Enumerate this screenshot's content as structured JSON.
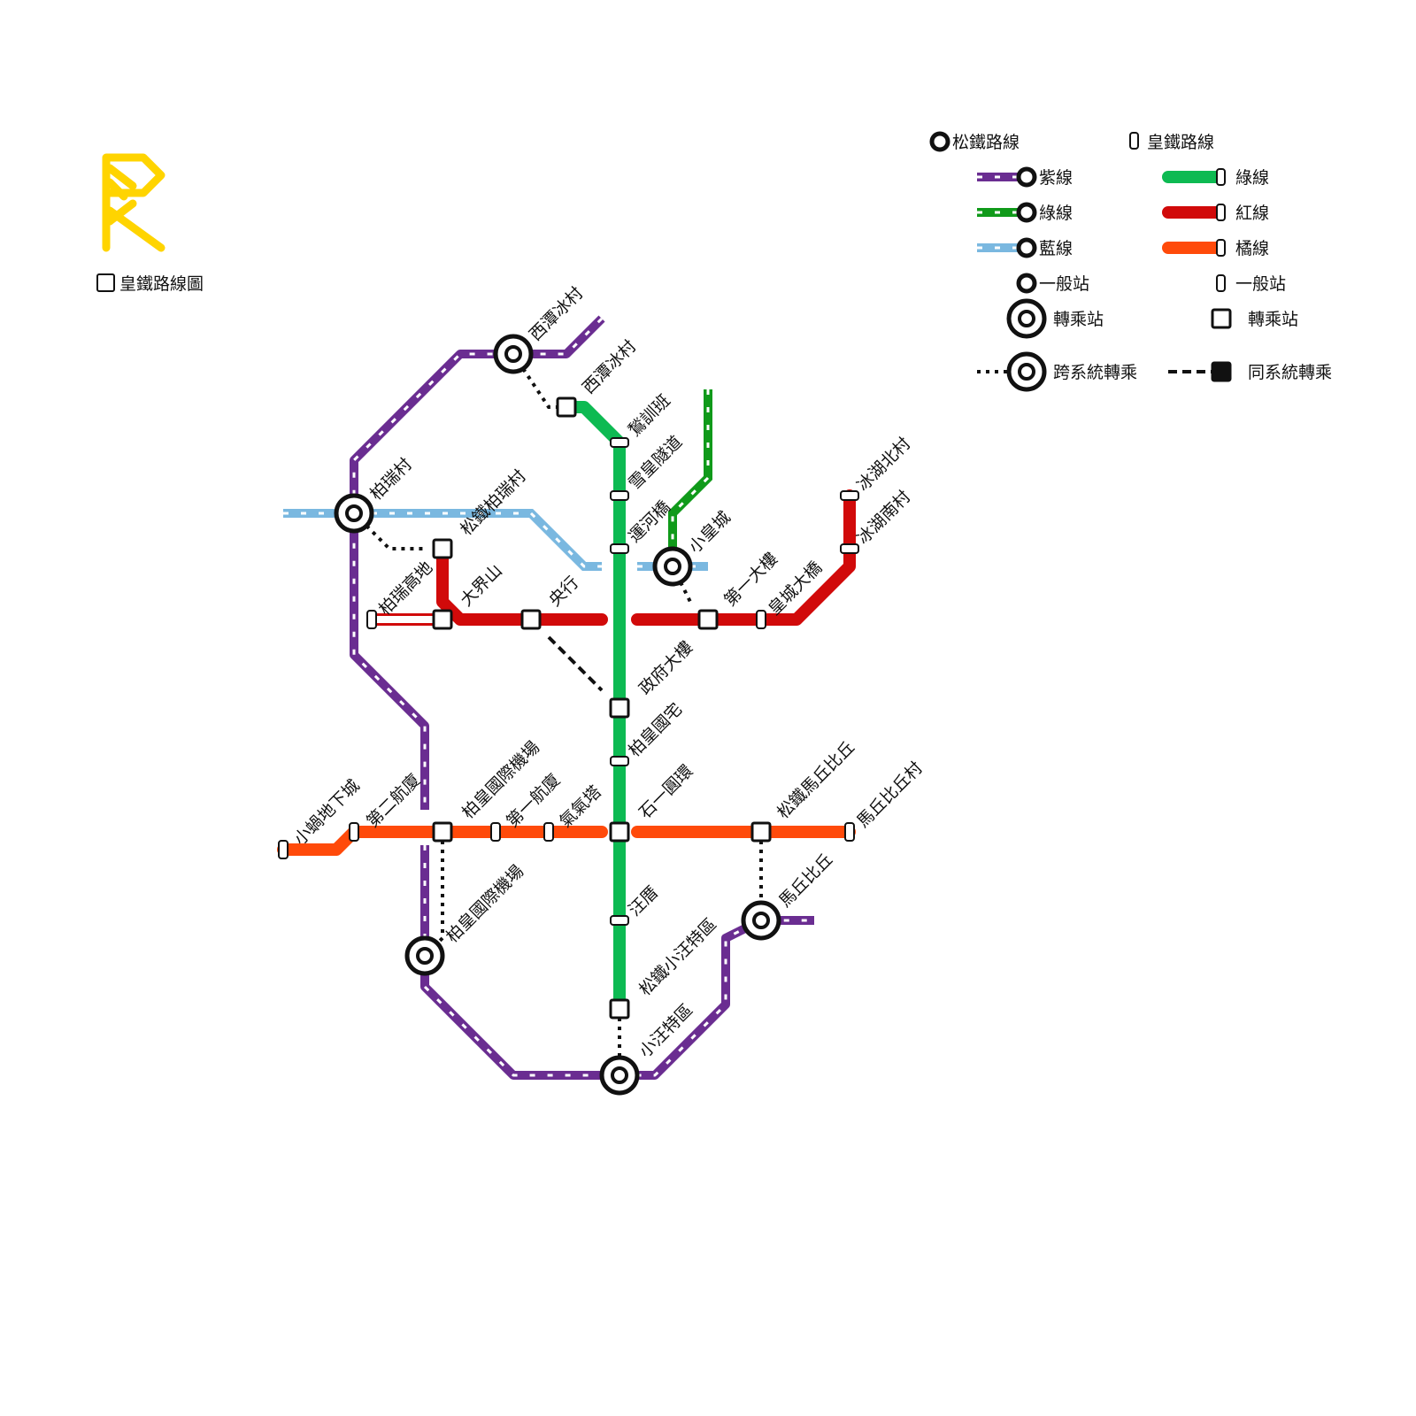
{
  "title": "皇鐵路線圖",
  "colors": {
    "purple": "#6a2d91",
    "dark_green": "#109a1a",
    "light_blue": "#7ab8e0",
    "green": "#0dba52",
    "red": "#d10a0a",
    "orange": "#ff4a0a",
    "logo_yellow": "#ffd400"
  },
  "legend": {
    "song_rail": {
      "title": "松鐵路線",
      "lines": [
        {
          "name": "紫線",
          "color": "#6a2d91"
        },
        {
          "name": "綠線",
          "color": "#109a1a"
        },
        {
          "name": "藍線",
          "color": "#7ab8e0"
        }
      ],
      "general_station": "一般站",
      "transfer_station": "轉乘站",
      "cross_system_transfer": "跨系統轉乘"
    },
    "imperial_rail": {
      "title": "皇鐵路線",
      "lines": [
        {
          "name": "綠線",
          "color": "#0dba52"
        },
        {
          "name": "紅線",
          "color": "#d10a0a"
        },
        {
          "name": "橘線",
          "color": "#ff4a0a"
        }
      ],
      "general_station": "一般站",
      "transfer_station": "轉乘站",
      "same_system_transfer": "同系統轉乘"
    }
  },
  "stations": {
    "song_xitan": "西潭冰村",
    "song_bairui": "柏瑞村",
    "song_baibai": "松鐵柏瑞村",
    "song_xiaohuang": "小皇城",
    "song_airport": "柏皇國際機場",
    "song_mqbq": "馬丘比丘",
    "song_xiaowang": "小汪特區",
    "xitan": "西潭冰村",
    "jiaxun": "鶖訓班",
    "xuehuang": "雪皇隧道",
    "yunhe": "運河橋",
    "zhengfu": "政府大樓",
    "baihuangguo": "柏皇國宅",
    "shiyi": "石一圓環",
    "wangcuo": "汪厝",
    "songxiaowang": "松鐵小汪特區",
    "bairuigaodi": "柏瑞高地",
    "dajieshan": "大界山",
    "yanghang": "央行",
    "diyi": "第一大樓",
    "huangcheng": "皇城大橋",
    "binghubei": "冰湖北村",
    "binghunan": "冰湖南村",
    "xiaowo": "小蝸地下城",
    "dierhang": "第二航廈",
    "baihuangairport": "柏皇國際機場",
    "diyihang": "第一航廈",
    "qiqi": "氣氣塔",
    "songmqbq": "松鐵馬丘比丘",
    "mqbqcun": "馬丘比丘村"
  }
}
